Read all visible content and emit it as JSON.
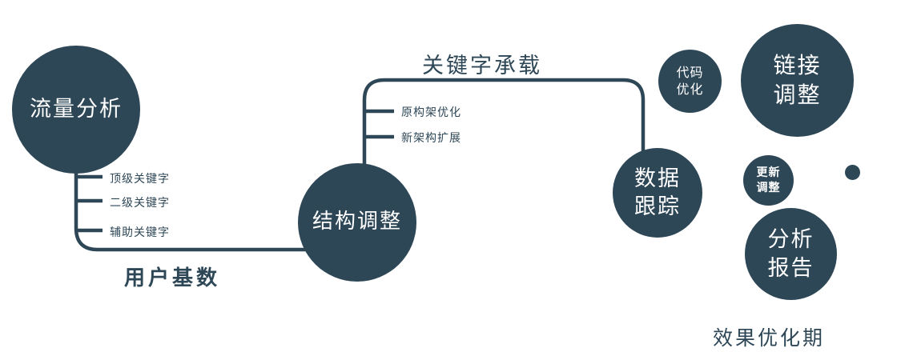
{
  "colors": {
    "primary": "#2e4757",
    "node_text": "#ffffff",
    "background": "#ffffff"
  },
  "nodes": {
    "traffic_analysis": {
      "label": "流量分析"
    },
    "structure_adjustment": {
      "label": "结构调整"
    },
    "data_tracking": {
      "line1": "数据",
      "line2": "跟踪"
    },
    "code_optimization": {
      "line1": "代码",
      "line2": "优化"
    },
    "link_adjustment": {
      "line1": "链接",
      "line2": "调整"
    },
    "update_adjustment": {
      "line1": "更新",
      "line2": "调整"
    },
    "analysis_report": {
      "line1": "分析",
      "line2": "报告"
    }
  },
  "edge_labels": {
    "user_base": "用户基数",
    "keyword_carrying": "关键字承载",
    "effect_optimization_period": "效果优化期"
  },
  "branches": {
    "traffic": [
      "顶级关键字",
      "二级关键字",
      "辅助关键字"
    ],
    "structure": [
      "原构架优化",
      "新架构扩展"
    ]
  }
}
